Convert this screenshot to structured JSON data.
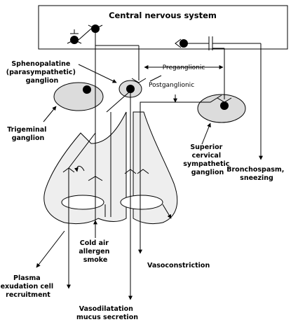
{
  "labels": {
    "cns": "Central nervous system",
    "sphenopalatine": [
      "Sphenopalatine",
      "(parasympathetic)",
      "ganglion"
    ],
    "preganglionic": "Preganglionic",
    "postganglionic": "Postganglionic",
    "trigeminal": [
      "Trigeminal",
      "ganglion"
    ],
    "superior_cervical": [
      "Superior",
      "cervical",
      "sympathetic",
      "ganglion"
    ],
    "bronchospasm": [
      "Bronchospasm,",
      "sneezing"
    ],
    "stimuli": [
      "Cold air",
      "allergen",
      "smoke"
    ],
    "plasma": [
      "Plasma",
      "exudation cell",
      "recruitment"
    ],
    "vasoconstriction": "Vasoconstriction",
    "vasodilatation": [
      "Vasodilatation",
      "mucus secretion"
    ]
  },
  "colors": {
    "ganglion_fill": "#dcdcdc",
    "nose_fill": "#eeeeee",
    "stroke": "#000000"
  }
}
